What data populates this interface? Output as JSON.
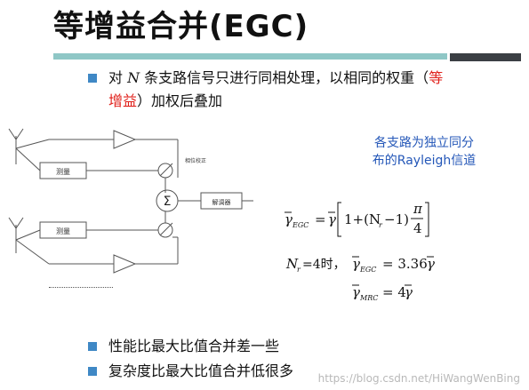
{
  "title": "等增益合并(EGC)",
  "colors": {
    "accent_bar": "#8fc7c6",
    "dark_bar": "#3b3f44",
    "bullet": "#3f88c5",
    "highlight": "#e0201b",
    "note": "#2457b8"
  },
  "bullets_top": {
    "line1_pre": "对 ",
    "line1_var": "N",
    "line1_post": " 条支路信号只进行同相处理，以相同的权重（",
    "line1_red": "等",
    "line2_red": "增益",
    "line2_post": "）加权后叠加"
  },
  "note": {
    "line1": "各支路为独立同分",
    "line2": "布的Rayleigh信道"
  },
  "diagram": {
    "measure_top": "测量",
    "measure_bottom": "测量",
    "phase_label": "相位校正",
    "sum_symbol": "Σ",
    "demod": "解调器"
  },
  "formulas": {
    "f1_lhs": "γ",
    "f1_sub": "EGC",
    "f1_eq": "=",
    "f1_gamma": "γ",
    "f1_body": "1+(N",
    "f1_r": "r",
    "f1_tail": "−1)",
    "f1_num": "π",
    "f1_den": "4",
    "f2_n": "N",
    "f2_r": "r",
    "f2_cond": "=4时，",
    "f2_lhs": "γ",
    "f2_sub": "EGC",
    "f2_rhs": "= 3.36",
    "f2_g": "γ",
    "f3_lhs": "γ",
    "f3_sub": "MRC",
    "f3_rhs": "= 4",
    "f3_g": "γ"
  },
  "bullets_bottom": [
    "性能比最大比值合并差一些",
    "复杂度比最大比值合并低很多"
  ],
  "watermark": "https://blog.csdn.net/HiWangWenBing"
}
